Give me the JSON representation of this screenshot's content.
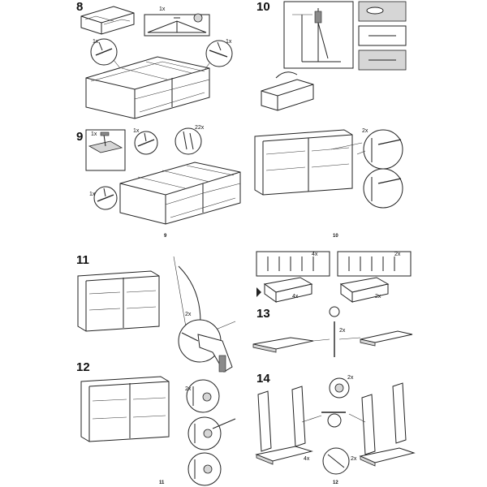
{
  "steps": {
    "s8": "8",
    "s9": "9",
    "s10": "10",
    "s11": "11",
    "s12": "12",
    "s13": "13",
    "s14": "14"
  },
  "callouts": {
    "s8_top": "1x",
    "s8_left": "1x",
    "s8_right": "1x",
    "s9_a": "1x",
    "s9_b": "1x",
    "s9_c": "22x",
    "s9_d": "1x",
    "s10_main": "2x",
    "s11_main": "2x",
    "s12_main": "2x",
    "s13_kit_left": "4x",
    "s13_kit_right": "2x",
    "s13_drawer_left": "4x",
    "s13_drawer_right": "2x",
    "s13_main": "2x",
    "s14_top": "2x",
    "s14_bl": "4x",
    "s14_br": "2x"
  },
  "page_numbers": {
    "top_left": "9",
    "top_right": "10",
    "bottom_left": "11",
    "bottom_right": "12"
  },
  "icons": [
    "hammer-icon",
    "screwdriver-icon",
    "drill-icon",
    "arrow-down-icon",
    "rotate-icon",
    "magnifier-icon",
    "nail-icon",
    "wall-anchor-icon"
  ]
}
